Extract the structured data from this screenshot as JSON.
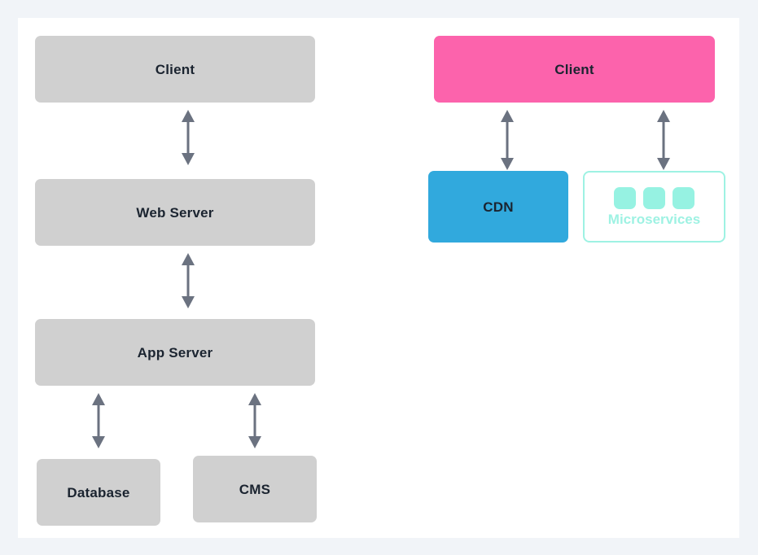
{
  "page": {
    "background_color": "#f1f4f8",
    "card_background_color": "#ffffff"
  },
  "diagram": {
    "type": "architecture-comparison-diagram",
    "colors": {
      "gray_node": "#d0d0d0",
      "pink_node": "#fc63ac",
      "blue_node": "#31a9dd",
      "teal_accent": "#9ef2e3",
      "teal_chip": "#96f2e2",
      "arrow": "#6b7280",
      "node_text": "#1b2430"
    },
    "left_stack": {
      "name": "monolithic-stack",
      "nodes": [
        {
          "id": "client",
          "label": "Client",
          "style": "gray"
        },
        {
          "id": "web-server",
          "label": "Web Server",
          "style": "gray"
        },
        {
          "id": "app-server",
          "label": "App Server",
          "style": "gray"
        },
        {
          "id": "database",
          "label": "Database",
          "style": "gray"
        },
        {
          "id": "cms",
          "label": "CMS",
          "style": "gray"
        }
      ],
      "connections": [
        {
          "from": "client",
          "to": "web-server",
          "type": "bidirectional"
        },
        {
          "from": "web-server",
          "to": "app-server",
          "type": "bidirectional"
        },
        {
          "from": "app-server",
          "to": "database",
          "type": "bidirectional"
        },
        {
          "from": "app-server",
          "to": "cms",
          "type": "bidirectional"
        }
      ]
    },
    "right_stack": {
      "name": "modern-stack",
      "nodes": [
        {
          "id": "client",
          "label": "Client",
          "style": "pink"
        },
        {
          "id": "cdn",
          "label": "CDN",
          "style": "blue"
        },
        {
          "id": "microservices",
          "label": "Microservices",
          "style": "outlined-teal",
          "chip_count": 3
        }
      ],
      "connections": [
        {
          "from": "client",
          "to": "cdn",
          "type": "bidirectional"
        },
        {
          "from": "client",
          "to": "microservices",
          "type": "bidirectional"
        }
      ]
    }
  }
}
